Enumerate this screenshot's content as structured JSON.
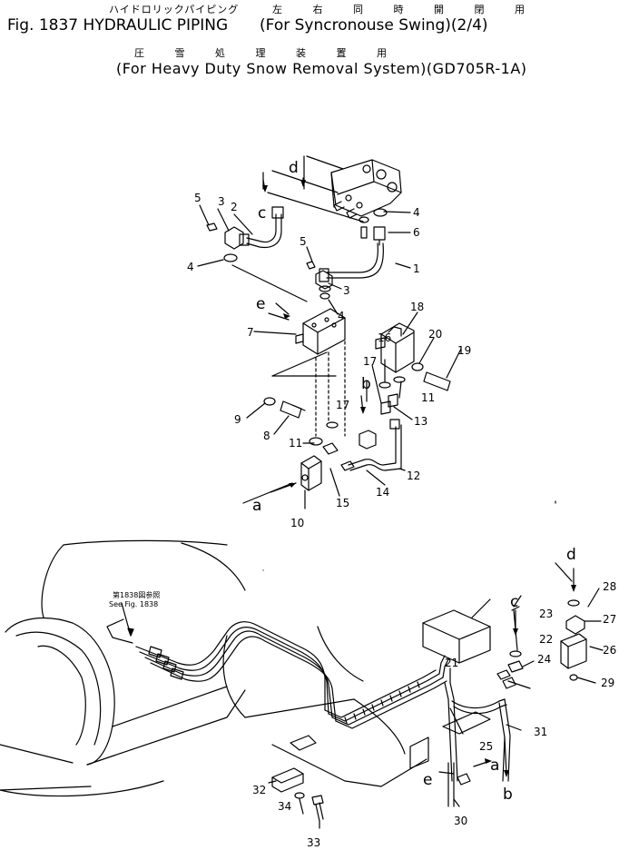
{
  "header": {
    "fig_title": "Fig. 1837 HYDRAULIC PIPING",
    "jp_top": "ハイドロリックパイピング",
    "jp_swing": "左 右 同 時 開 閉 用",
    "swing": "For Syncronouse Swing",
    "page": "(2/4)",
    "jp_snow": "圧 雪 処 理 装 置 用",
    "snow": "For Heavy Duty Snow Removal System",
    "model": "GD705R-1A"
  },
  "see_fig": {
    "jp": "第1838図参照",
    "en": "See Fig. 1838"
  },
  "callouts": [
    "1",
    "2",
    "3",
    "3",
    "4",
    "4",
    "4",
    "5",
    "5",
    "6",
    "7",
    "8",
    "9",
    "10",
    "11",
    "11",
    "12",
    "13",
    "14",
    "15",
    "16",
    "17",
    "17",
    "18",
    "19",
    "20",
    "21",
    "22",
    "23",
    "24",
    "25",
    "26",
    "27",
    "28",
    "29",
    "30",
    "31",
    "32",
    "33",
    "34"
  ],
  "letters": [
    "a",
    "a",
    "b",
    "b",
    "c",
    "c",
    "d",
    "d",
    "e",
    "e"
  ]
}
